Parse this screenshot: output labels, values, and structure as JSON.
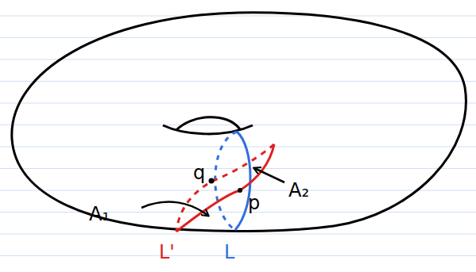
{
  "diagram": {
    "labels": [
      "q",
      "A₂",
      "p",
      "A₁",
      "L'",
      "L"
    ]
  }
}
